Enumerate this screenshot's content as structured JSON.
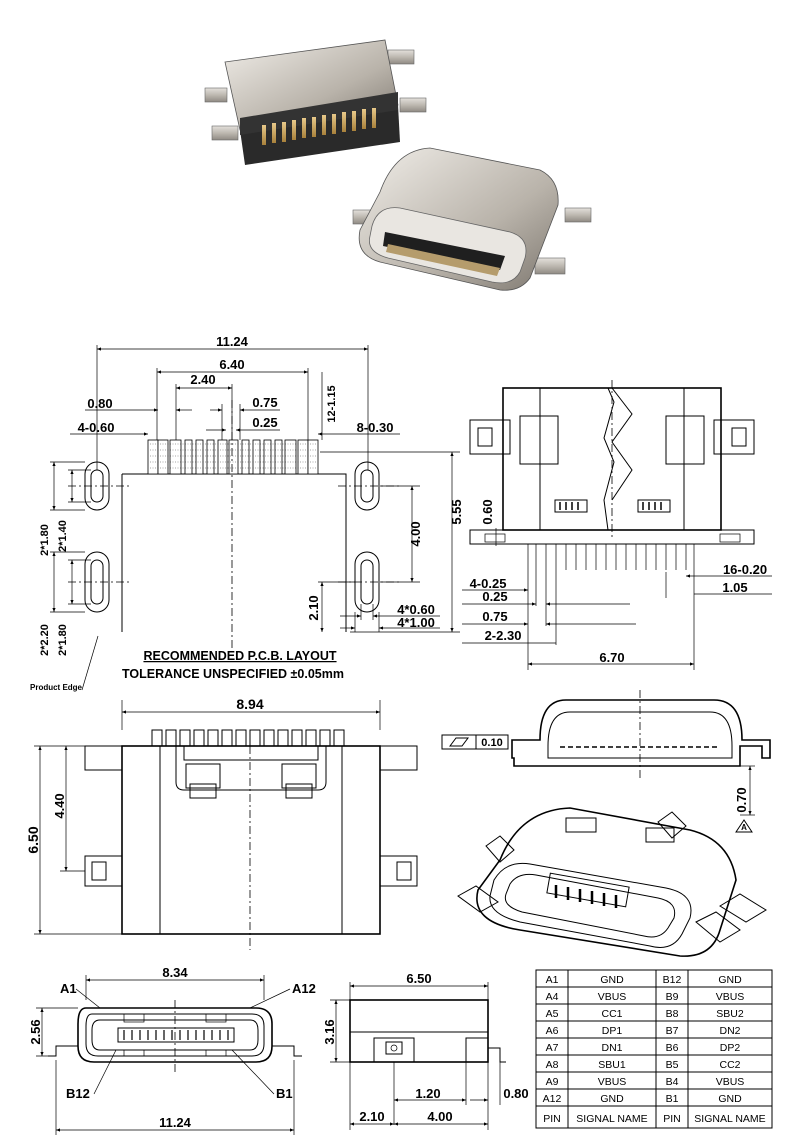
{
  "pcb_layout": {
    "dims": {
      "overall_width": "11.24",
      "pad_span": "6.40",
      "pad_span_inner": "2.40",
      "pitch_080": "0.80",
      "pitch_075": "0.75",
      "pitch_025": "0.25",
      "slot_4x060": "4-0.60",
      "pad_height": "12-1.15",
      "pad_8x030": "8-0.30",
      "slot_1_80": "2*1.80",
      "slot_1_40": "2*1.40",
      "slot_2_20": "2*2.20",
      "slot_1_80b": "2*1.80",
      "slot_spacing": "4.00",
      "slot_height": "5.55",
      "bottom_offset": "2.10",
      "slot_w_060": "4*0.60",
      "slot_w_100": "4*1.00"
    },
    "title_line1": "RECOMMENDED  P.C.B. LAYOUT",
    "title_line2": "TOLERANCE UNSPECIFIED ±0.05mm",
    "edge_label": "Product Edge"
  },
  "front_view": {
    "dims": {
      "d060": "0.60",
      "d4x025": "4-0.25",
      "d025": "0.25",
      "d075": "0.75",
      "d2x230": "2-2.30",
      "d670": "6.70",
      "d16x020": "16-0.20",
      "d105": "1.05"
    }
  },
  "top_view": {
    "dims": {
      "width": "8.94",
      "height": "6.50",
      "inner": "4.40"
    }
  },
  "side_profile": {
    "flatness_value": "0.10",
    "height": "0.70",
    "datum": "A"
  },
  "end_view": {
    "dims": {
      "inner_width": "8.34",
      "outer_width": "11.24",
      "height": "2.56"
    },
    "pin_labels": {
      "a1": "A1",
      "a12": "A12",
      "b12": "B12",
      "b1": "B1"
    }
  },
  "side_view": {
    "dims": {
      "length": "6.50",
      "height": "3.16",
      "d120": "1.20",
      "d080": "0.80",
      "d210": "2.10",
      "d400": "4.00"
    }
  },
  "pin_table": {
    "rows": [
      [
        "A1",
        "GND",
        "B12",
        "GND"
      ],
      [
        "A4",
        "VBUS",
        "B9",
        "VBUS"
      ],
      [
        "A5",
        "CC1",
        "B8",
        "SBU2"
      ],
      [
        "A6",
        "DP1",
        "B7",
        "DN2"
      ],
      [
        "A7",
        "DN1",
        "B6",
        "DP2"
      ],
      [
        "A8",
        "SBU1",
        "B5",
        "CC2"
      ],
      [
        "A9",
        "VBUS",
        "B4",
        "VBUS"
      ],
      [
        "A12",
        "GND",
        "B1",
        "GND"
      ]
    ],
    "header": [
      "PIN",
      "SIGNAL NAME",
      "PIN",
      "SIGNAL NAME"
    ]
  }
}
